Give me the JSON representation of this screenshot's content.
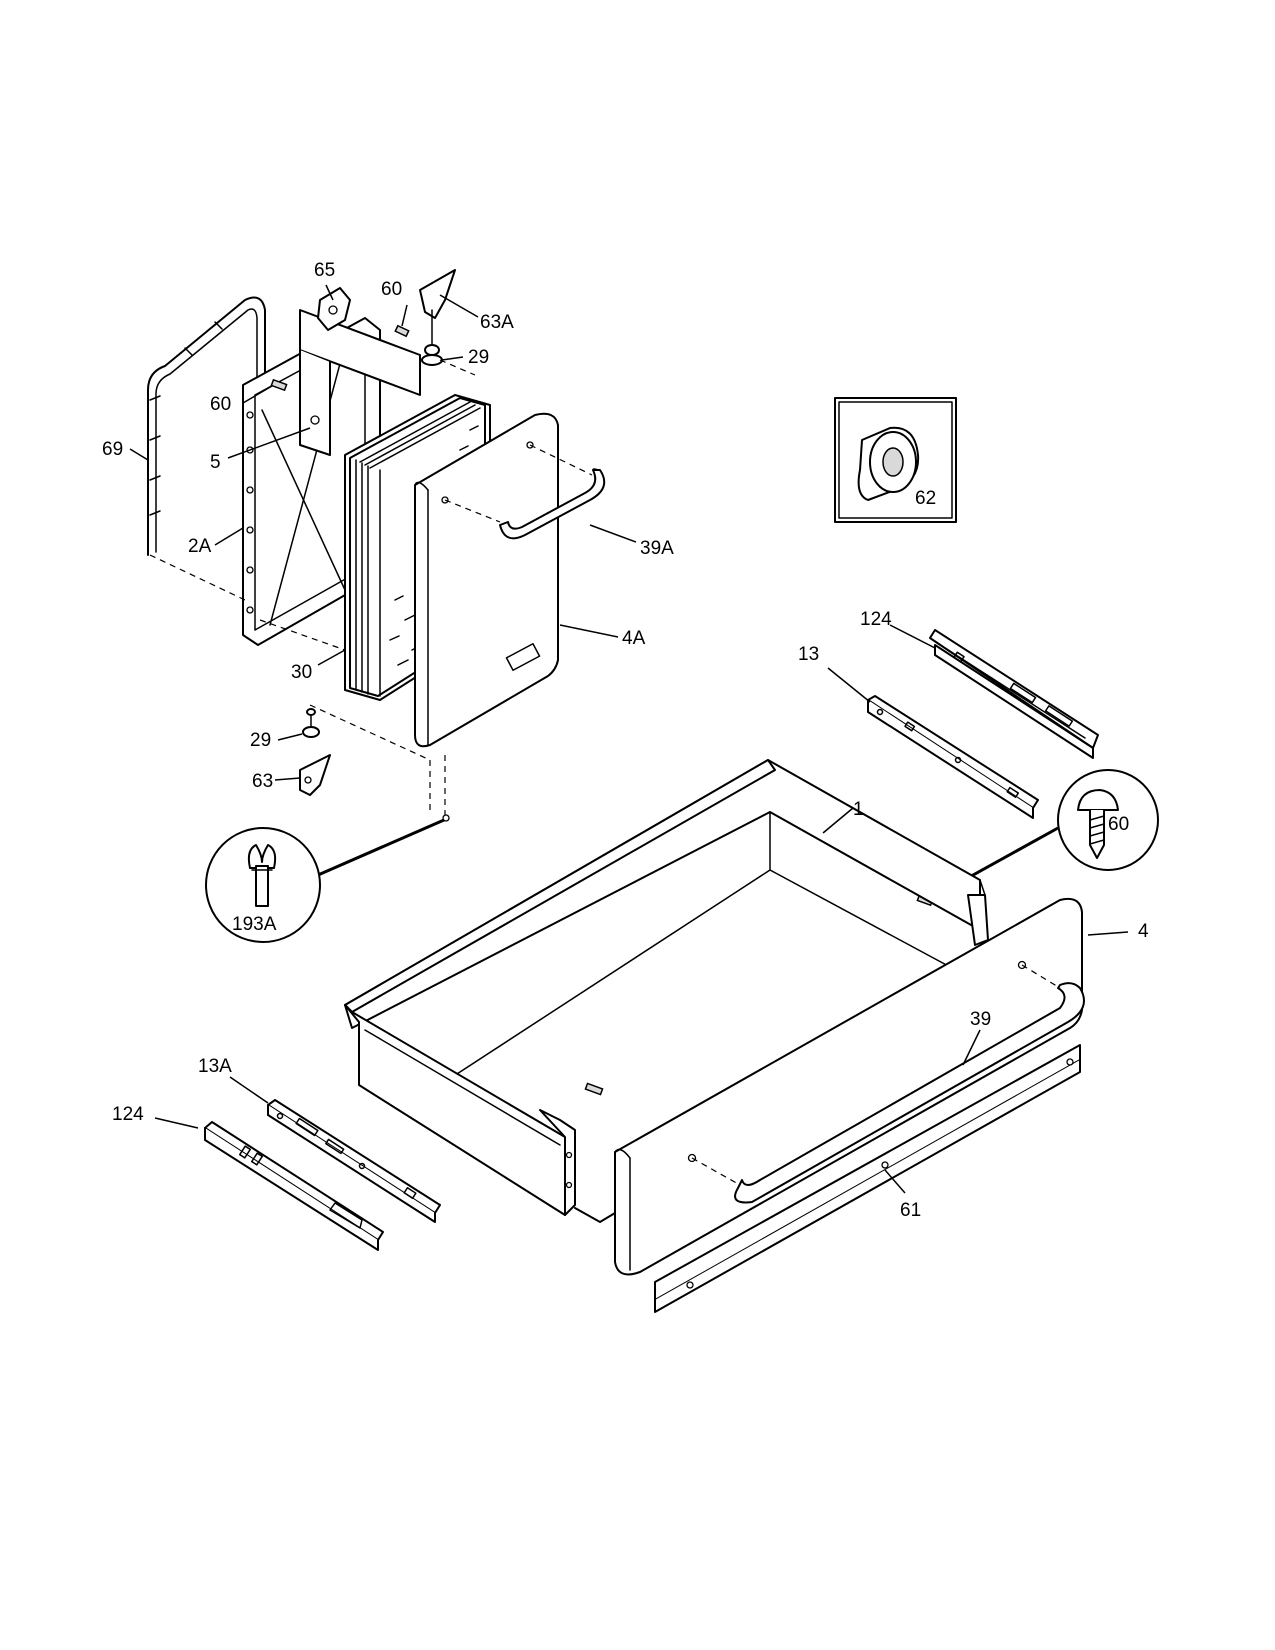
{
  "labels": [
    {
      "key": "65",
      "text": "65"
    },
    {
      "key": "60a",
      "text": "60"
    },
    {
      "key": "63A",
      "text": "63A"
    },
    {
      "key": "29a",
      "text": "29"
    },
    {
      "key": "60b",
      "text": "60"
    },
    {
      "key": "69",
      "text": "69"
    },
    {
      "key": "5",
      "text": "5"
    },
    {
      "key": "2A",
      "text": "2A"
    },
    {
      "key": "39A",
      "text": "39A"
    },
    {
      "key": "4A",
      "text": "4A"
    },
    {
      "key": "30",
      "text": "30"
    },
    {
      "key": "29b",
      "text": "29"
    },
    {
      "key": "63",
      "text": "63"
    },
    {
      "key": "193A",
      "text": "193A"
    },
    {
      "key": "62",
      "text": "62"
    },
    {
      "key": "124a",
      "text": "124"
    },
    {
      "key": "13",
      "text": "13"
    },
    {
      "key": "1",
      "text": "1"
    },
    {
      "key": "60c",
      "text": "60"
    },
    {
      "key": "4",
      "text": "4"
    },
    {
      "key": "39",
      "text": "39"
    },
    {
      "key": "13A",
      "text": "13A"
    },
    {
      "key": "124b",
      "text": "124"
    },
    {
      "key": "61",
      "text": "61"
    }
  ]
}
